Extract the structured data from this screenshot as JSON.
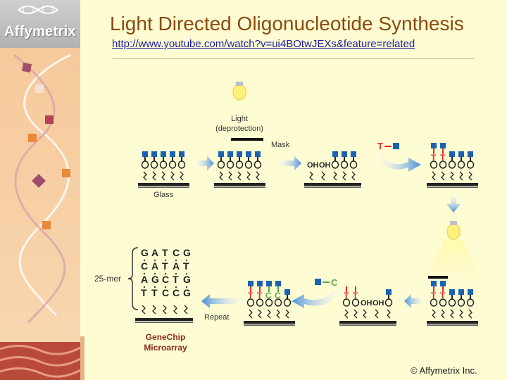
{
  "slide": {
    "title": "Light Directed Oligonucleotide Synthesis",
    "link": "http://www.youtube.com/watch?v=ui4BOtwJEXs&feature=related",
    "copyright": "© Affymetrix Inc."
  },
  "logo": {
    "text": "Affymetrix"
  },
  "diagram": {
    "light_label_1": "Light",
    "light_label_2": "(deprotection)",
    "mask_label": "Mask",
    "glass_label": "Glass",
    "step1_letter": "T",
    "step2_letter": "C",
    "repeat_label": "Repeat",
    "mer_label": "25-mer",
    "genechip_label_1": "GeneChip",
    "genechip_label_2": "Microarray",
    "rows": [
      "GATCG",
      "CATAT",
      "AGCTG",
      "TTCCG"
    ],
    "colors": {
      "blue_cap": "#1b63b0",
      "red": "#e02a2a",
      "green": "#5aa84a",
      "arrow": "#5b9bd5",
      "title": "#8a4a12"
    }
  }
}
